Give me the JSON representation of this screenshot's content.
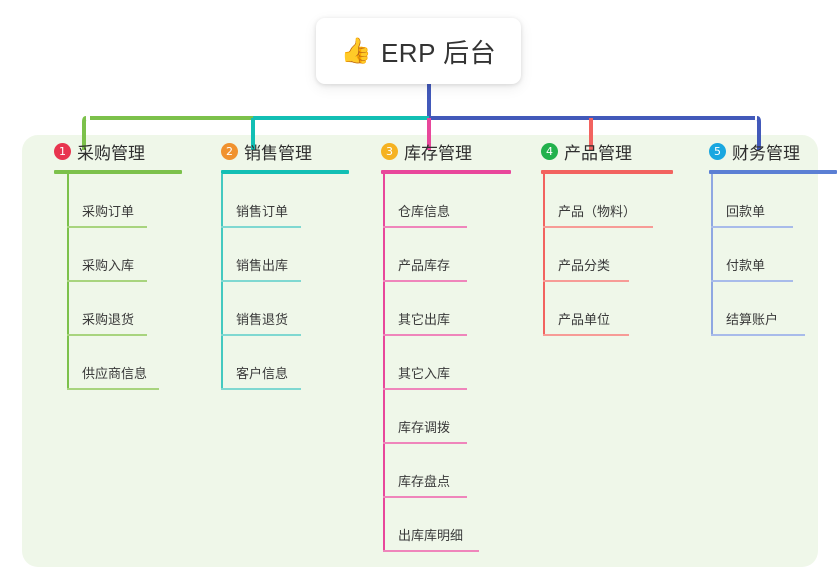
{
  "root": {
    "icon": "thumbs-up-icon",
    "emoji": "👍",
    "title": "ERP 后台"
  },
  "palette": {
    "panel_bg": "#eff7e9",
    "page_bg": "#ffffff",
    "stem": "#4259ba",
    "bar_green": "#7cc14b",
    "bar_teal": "#12bfb4",
    "bar_blue": "#4259ba"
  },
  "columns": [
    {
      "index": "1",
      "badge_color": "#e8354f",
      "line_color": "#7cc14b",
      "title": "采购管理",
      "items": [
        "采购订单",
        "采购入库",
        "采购退货",
        "供应商信息"
      ]
    },
    {
      "index": "2",
      "badge_color": "#f0922f",
      "line_color": "#12bfb4",
      "title": "销售管理",
      "items": [
        "销售订单",
        "销售出库",
        "销售退货",
        "客户信息"
      ]
    },
    {
      "index": "3",
      "badge_color": "#f5b222",
      "line_color": "#e8479b",
      "title": "库存管理",
      "items": [
        "仓库信息",
        "产品库存",
        "其它出库",
        "其它入库",
        "库存调拨",
        "库存盘点",
        "出库库明细"
      ]
    },
    {
      "index": "4",
      "badge_color": "#22b14c",
      "line_color": "#f2635f",
      "title": "产品管理",
      "items": [
        "产品（物料）",
        "产品分类",
        "产品单位"
      ]
    },
    {
      "index": "5",
      "badge_color": "#19a7e0",
      "line_color": "#5b7fd4",
      "title": "财务管理",
      "items": [
        "回款单",
        "付款单",
        "结算账户"
      ]
    }
  ]
}
